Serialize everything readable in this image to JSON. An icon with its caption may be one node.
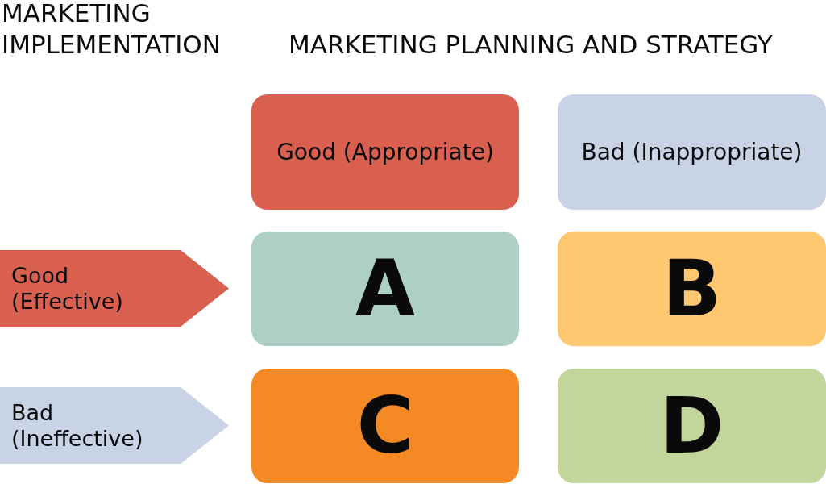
{
  "diagram": {
    "nodes": [
      {
        "text": [
          "Good (Appropriate)"
        ]
      },
      {
        "text": [
          "Bad (Inappropriate)"
        ]
      },
      {
        "text": [
          "Good (Effective)"
        ]
      },
      {
        "text": [
          "A"
        ]
      },
      {
        "text": [
          "B"
        ]
      },
      {
        "text": [
          "Bad (Ineffective)"
        ]
      },
      {
        "text": [
          "C"
        ]
      },
      {
        "text": [
          "D"
        ]
      }
    ],
    "edges": [],
    "labels": [
      "MARKETING IMPLEMENTATION",
      "MARKETING PLANNING AND STRATEGY"
    ]
  }
}
